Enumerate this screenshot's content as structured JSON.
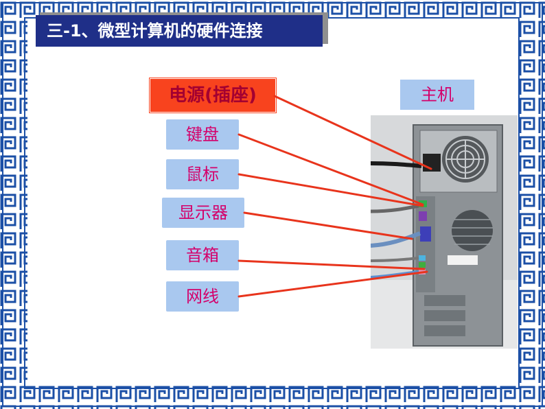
{
  "title": "三-1、微型计算机的硬件连接",
  "labels": {
    "power": "电源(插座)",
    "keyboard": "键盘",
    "mouse": "鼠标",
    "monitor": "显示器",
    "speaker": "音箱",
    "network": "网线",
    "host": "主机"
  },
  "colors": {
    "frame": "#1b4fa6",
    "title_bg": "#1f2f88",
    "label_bg": "#a9c8ef",
    "label_text": "#d4006a",
    "power_bg": "#f8431e",
    "wire": "#e8341c"
  }
}
